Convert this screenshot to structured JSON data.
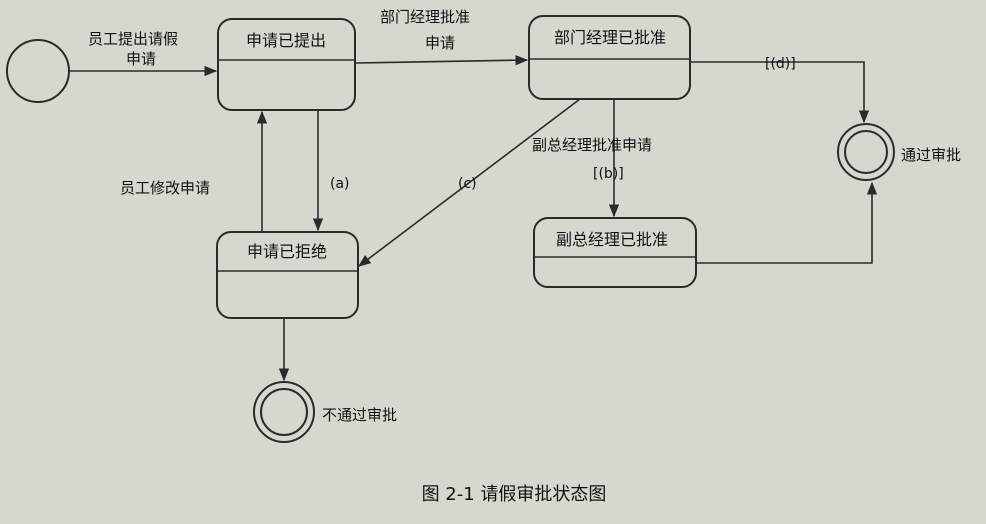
{
  "diagram": {
    "states": {
      "submitted": "申请已提出",
      "dept_approved": "部门经理已批准",
      "rejected": "申请已拒绝",
      "deputy_approved": "副总经理已批准"
    },
    "final_states": {
      "passed": "通过审批",
      "not_passed": "不通过审批"
    },
    "transitions": {
      "employee_submit_line1": "员工提出请假",
      "employee_submit_line2": "申请",
      "dept_approve_line1": "部门经理批准",
      "dept_approve_line2": "申请",
      "employee_modify": "员工修改申请",
      "deputy_approve": "副总经理批准申请",
      "guard_a": "(a)",
      "guard_b": "[(b)]",
      "guard_c": "(c)",
      "guard_d": "[(d)]"
    },
    "caption": "图 2-1  请假审批状态图"
  },
  "colors": {
    "background": "#d9d6d0",
    "stroke": "#2a2a2a",
    "text": "#111111"
  }
}
